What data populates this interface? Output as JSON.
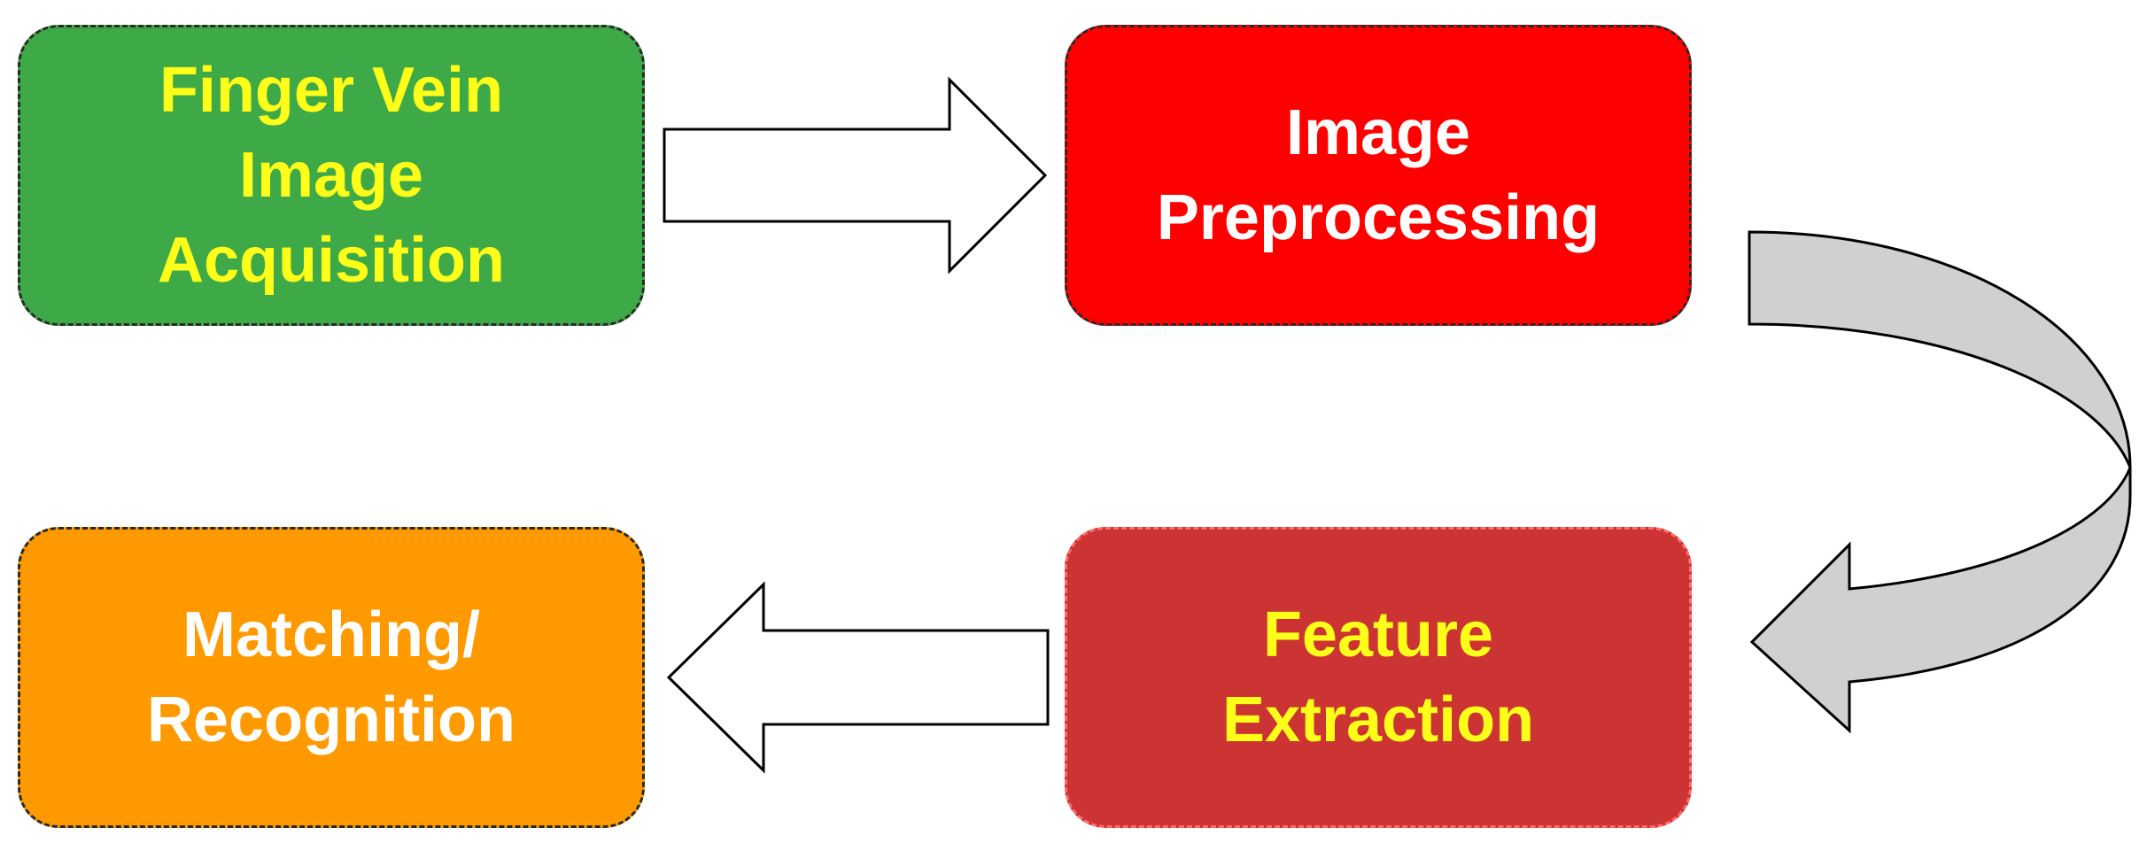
{
  "diagram": {
    "steps": [
      {
        "id": "acquisition",
        "lines": [
          "Finger Vein",
          "Image",
          "Acquisition"
        ],
        "fill": "#3daa47",
        "text_color": "#ffff1a"
      },
      {
        "id": "preprocessing",
        "lines": [
          "Image",
          "Preprocessing"
        ],
        "fill": "#ff0000",
        "text_color": "#ffffff"
      },
      {
        "id": "feature",
        "lines": [
          "Feature",
          "Extraction"
        ],
        "fill": "#cc3333",
        "text_color": "#ffff1a"
      },
      {
        "id": "matching",
        "lines": [
          "Matching/",
          "Recognition"
        ],
        "fill": "#ff9900",
        "text_color": "#ffffff"
      }
    ],
    "arrows": {
      "straight_fill": "#ffffff",
      "curved_fill": "#d0d0d0",
      "outline": "#000000"
    }
  }
}
